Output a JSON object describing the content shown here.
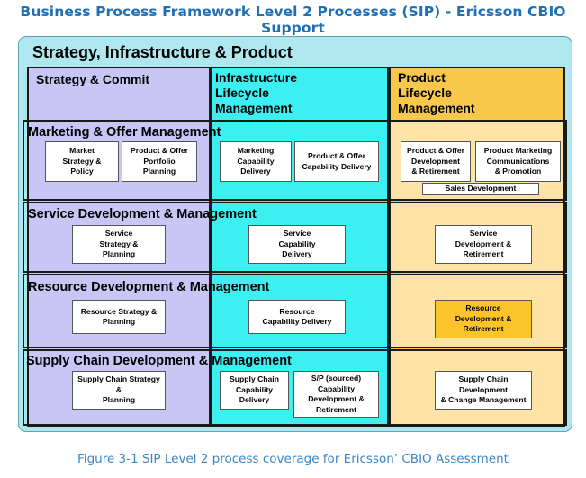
{
  "title": "Business Process Framework Level 2 Processes (SIP) - Ericsson CBIO Support",
  "main_heading": "Strategy, Infrastructure & Product",
  "columns": {
    "strategy": "Strategy & Commit",
    "infrastructure": "Infrastructure\nLifecycle\nManagement",
    "product": "Product\nLifecycle\nManagement"
  },
  "rows": [
    {
      "label": "Marketing & Offer Management",
      "boxes": [
        "Market\nStrategy &\nPolicy",
        "Product & Offer\nPortfolio\nPlanning",
        "Marketing\nCapability\nDelivery",
        "Product & Offer\nCapability Delivery",
        "Product & Offer\nDevelopment\n& Retirement",
        "Product Marketing\nCommunications\n& Promotion",
        "Sales Development"
      ]
    },
    {
      "label": "Service Development & Management",
      "boxes": [
        "Service\nStrategy &\nPlanning",
        "Service\nCapability\nDelivery",
        "Service\nDevelopment &\nRetirement"
      ]
    },
    {
      "label": "Resource Development & Management",
      "boxes": [
        "Resource Strategy &\nPlanning",
        "Resource\nCapability Delivery",
        "Resource\nDevelopment &\nRetirement"
      ]
    },
    {
      "label": "Supply Chain Development & Management",
      "boxes": [
        "Supply Chain Strategy\n&\nPlanning",
        "Supply Chain\nCapability\nDelivery",
        "S/P (sourced)\nCapability\nDevelopment &\nRetirement",
        "Supply Chain\nDevelopment\n& Change Management"
      ]
    }
  ],
  "highlighted_box": "Resource\nDevelopment &\nRetirement",
  "caption": "Figure 3-1 SIP Level 2 process coverage for Ericsson’ CBIO Assessment",
  "colors": {
    "title": "#1f6fb5",
    "panel": "#aee8ee",
    "strategy_column": "#c9c6f5",
    "infrastructure_column": "#3cf0f2",
    "product_column": "#f7c84a",
    "product_row_tint": "#fde4a6",
    "highlight_box": "#fbc52a",
    "caption": "#3a87c4"
  }
}
